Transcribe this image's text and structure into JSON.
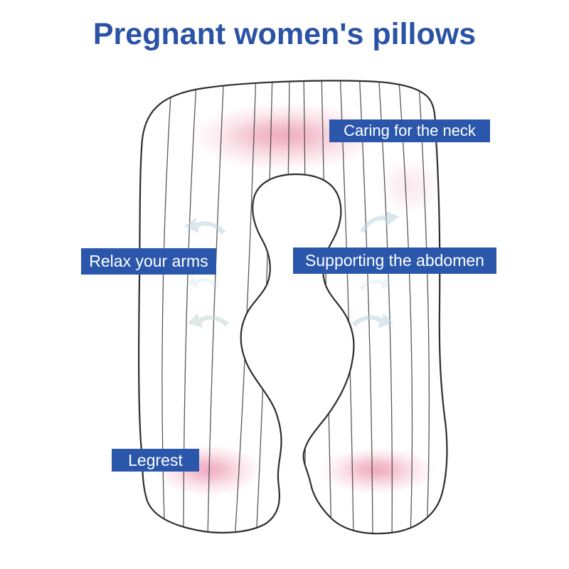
{
  "title": "Pregnant women's pillows",
  "labels": {
    "neck": "Caring for the neck",
    "arms": "Relax your arms",
    "abdomen": "Supporting the abdomen",
    "legrest": "Legrest"
  },
  "colors": {
    "title_text": "#2b52a4",
    "label_background": "#2a57ab",
    "label_text": "#ffffff",
    "highlight_pink": "#eeaac0",
    "arrow_pale_blue": "#bcd3de",
    "arrow_pale_green": "#c6dacf",
    "pillow_outline": "#2e2e2e",
    "seam_line": "#3c3c3c",
    "background": "#ffffff"
  },
  "icons": {
    "spread_arrows": "curved-arrow"
  },
  "illustration": {
    "subject": "U-shaped pregnancy pillow line drawing",
    "highlighted_zones": [
      "neck area",
      "left legrest",
      "right legrest"
    ]
  }
}
